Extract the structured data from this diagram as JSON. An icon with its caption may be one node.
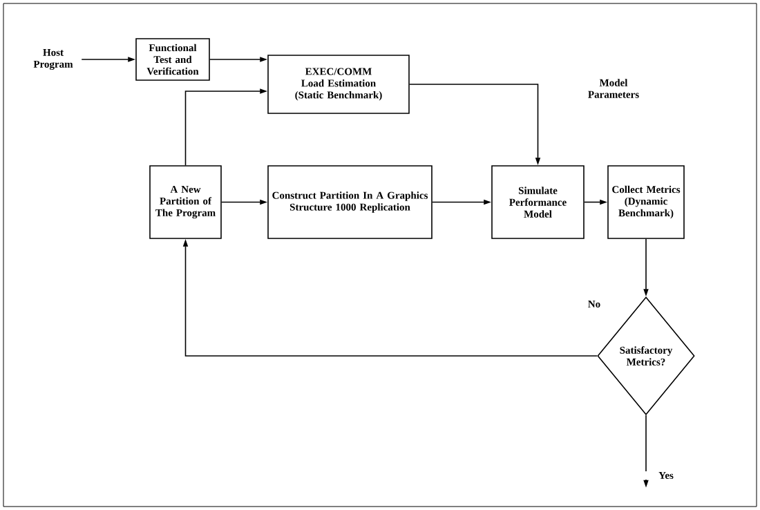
{
  "diagram": {
    "nodes": [
      {
        "text": [
          "Host Program"
        ]
      },
      {
        "text": [
          "Functional Test and Verification"
        ]
      },
      {
        "text": [
          "EXEC/COMM Load Estimation (Static Benchmark)"
        ]
      },
      {
        "text": [
          "A New Partition of The Program"
        ]
      },
      {
        "text": [
          "Construct Partition In A Graphics Structure 1000 Replication"
        ]
      },
      {
        "text": [
          "Simulate Performance Model"
        ]
      },
      {
        "text": [
          "Collect Metrics (Dynamic Benchmark)"
        ]
      },
      {
        "text": [
          "Satisfactory Metrics?"
        ]
      }
    ],
    "edges": [
      {
        "from": 0,
        "to": 1,
        "arrow": "to"
      },
      {
        "from": 1,
        "to": 2,
        "arrow": "to"
      },
      {
        "from": 3,
        "to": 2,
        "arrow": "to"
      },
      {
        "from": 2,
        "to": 5,
        "arrow": "to",
        "label": "Model Parameters"
      },
      {
        "from": 3,
        "to": 4,
        "arrow": "to"
      },
      {
        "from": 4,
        "to": 5,
        "arrow": "to"
      },
      {
        "from": 5,
        "to": 6,
        "arrow": "to"
      },
      {
        "from": 6,
        "to": 7,
        "arrow": "to"
      },
      {
        "from": 7,
        "to": 3,
        "arrow": "to",
        "label": "No"
      },
      {
        "from": 7,
        "to": null,
        "arrow": "to",
        "label": "Yes"
      }
    ]
  }
}
